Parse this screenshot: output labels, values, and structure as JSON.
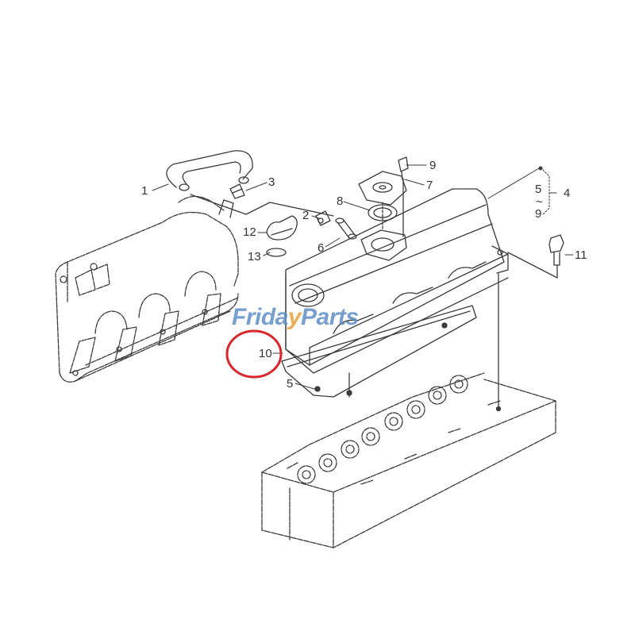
{
  "diagram": {
    "type": "exploded-parts-diagram",
    "subject": "Engine cylinder head cover assembly with manifold",
    "colors": {
      "line": "#333333",
      "highlight_circle": "#d9262b",
      "watermark_blue": "#5f8fc8",
      "watermark_accent": "#e8a23a",
      "background": "#ffffff"
    },
    "watermark": {
      "part1": "Frida",
      "accent": "y",
      "part2": "Parts"
    },
    "callouts": [
      {
        "id": "1",
        "label": "1",
        "part": "hose"
      },
      {
        "id": "2",
        "label": "2",
        "part": "clip"
      },
      {
        "id": "3",
        "label": "3",
        "part": "hose clamp"
      },
      {
        "id": "4",
        "label": "4",
        "part": "head cover assembly"
      },
      {
        "id": "4-range-start",
        "label": "5"
      },
      {
        "id": "4-range-sep",
        "label": "~"
      },
      {
        "id": "4-range-end",
        "label": "9"
      },
      {
        "id": "5",
        "label": "5",
        "part": "gasket"
      },
      {
        "id": "6",
        "label": "6",
        "part": "pipe"
      },
      {
        "id": "7",
        "label": "7",
        "part": "breather cover"
      },
      {
        "id": "8",
        "label": "8",
        "part": "diaphragm"
      },
      {
        "id": "9",
        "label": "9",
        "part": "bolt"
      },
      {
        "id": "10",
        "label": "10",
        "part": "cylinder head cover",
        "highlighted": true
      },
      {
        "id": "11",
        "label": "11",
        "part": "bolt"
      },
      {
        "id": "12",
        "label": "12",
        "part": "oil filler cap"
      },
      {
        "id": "13",
        "label": "13",
        "part": "O-ring"
      }
    ]
  }
}
